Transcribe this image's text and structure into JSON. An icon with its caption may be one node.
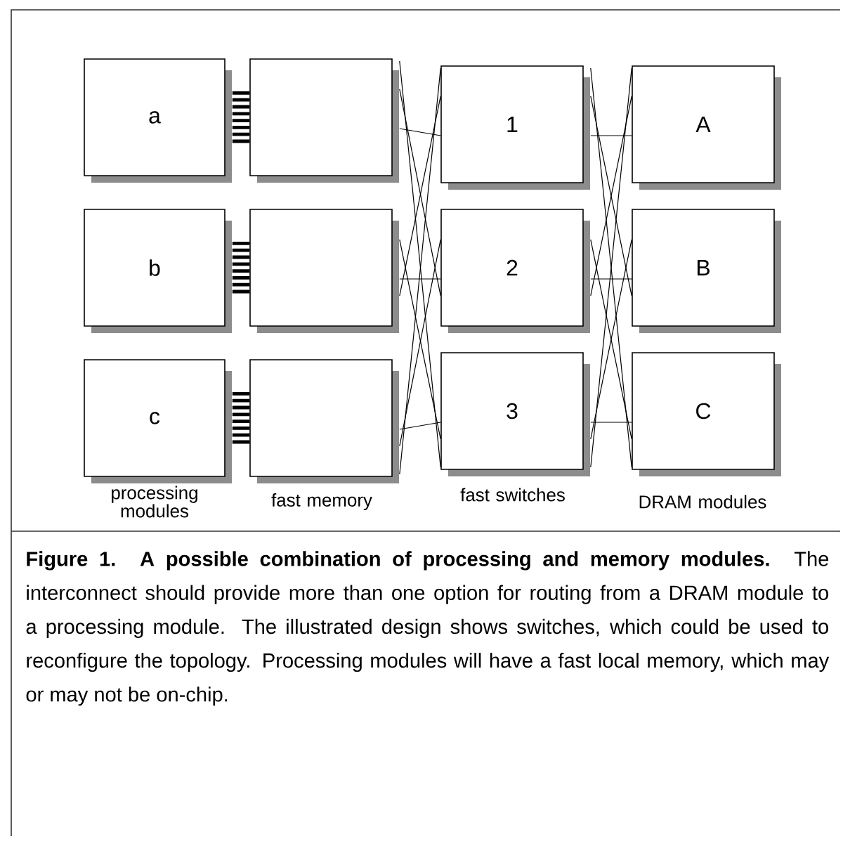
{
  "diagram": {
    "caption": "**Figure 1. A possible combination of processing and memory modules.** The interconnect should provide more than one option for routing from a DRAM module to a processing module. The illustrated design shows switches, which could be used to reconfigure the topology. Processing modules will have a fast local memory, which may or may not be on-chip.",
    "nodes": [
      {
        "text": [
          "a"
        ]
      },
      {
        "text": [
          "b"
        ]
      },
      {
        "text": [
          "c"
        ]
      },
      {
        "text": [],
        "shape": "box"
      },
      {
        "text": [],
        "shape": "box"
      },
      {
        "text": [],
        "shape": "box"
      },
      {
        "text": [
          "1"
        ]
      },
      {
        "text": [
          "2"
        ]
      },
      {
        "text": [
          "3"
        ]
      },
      {
        "text": [
          "A"
        ]
      },
      {
        "text": [
          "B"
        ]
      },
      {
        "text": [
          "C"
        ]
      }
    ],
    "edges": [
      {
        "from": 0,
        "to": 3,
        "arrow": "none",
        "style": "thick"
      },
      {
        "from": 1,
        "to": 4,
        "arrow": "none",
        "style": "thick"
      },
      {
        "from": 2,
        "to": 5,
        "arrow": "none",
        "style": "thick"
      },
      {
        "from": 3,
        "to": 6,
        "arrow": "none"
      },
      {
        "from": 3,
        "to": 7,
        "arrow": "none"
      },
      {
        "from": 3,
        "to": 8,
        "arrow": "none"
      },
      {
        "from": 4,
        "to": 6,
        "arrow": "none"
      },
      {
        "from": 4,
        "to": 7,
        "arrow": "none"
      },
      {
        "from": 4,
        "to": 8,
        "arrow": "none"
      },
      {
        "from": 5,
        "to": 6,
        "arrow": "none"
      },
      {
        "from": 5,
        "to": 7,
        "arrow": "none"
      },
      {
        "from": 5,
        "to": 8,
        "arrow": "none"
      },
      {
        "from": 6,
        "to": 9,
        "arrow": "none"
      },
      {
        "from": 6,
        "to": 10,
        "arrow": "none"
      },
      {
        "from": 6,
        "to": 11,
        "arrow": "none"
      },
      {
        "from": 7,
        "to": 9,
        "arrow": "none"
      },
      {
        "from": 7,
        "to": 10,
        "arrow": "none"
      },
      {
        "from": 7,
        "to": 11,
        "arrow": "none"
      },
      {
        "from": 8,
        "to": 9,
        "arrow": "none"
      },
      {
        "from": 8,
        "to": 10,
        "arrow": "none"
      },
      {
        "from": 8,
        "to": 11,
        "arrow": "none"
      }
    ],
    "labels": [
      "processing modules",
      "fast memory",
      "fast switches",
      "DRAM modules"
    ]
  }
}
